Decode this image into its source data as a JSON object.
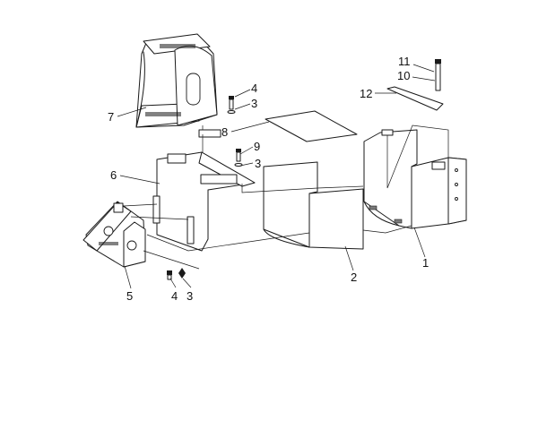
{
  "callouts": [
    {
      "id": "c11",
      "text": "11"
    },
    {
      "id": "c10",
      "text": "10"
    },
    {
      "id": "c12",
      "text": "12"
    },
    {
      "id": "c4a",
      "text": "4"
    },
    {
      "id": "c3a",
      "text": "3"
    },
    {
      "id": "c7",
      "text": "7"
    },
    {
      "id": "c8",
      "text": "8"
    },
    {
      "id": "c9",
      "text": "9"
    },
    {
      "id": "c3b",
      "text": "3"
    },
    {
      "id": "c6",
      "text": "6"
    },
    {
      "id": "c1",
      "text": "1"
    },
    {
      "id": "c2",
      "text": "2"
    },
    {
      "id": "c5",
      "text": "5"
    },
    {
      "id": "c4b",
      "text": "4"
    },
    {
      "id": "c3c",
      "text": "3"
    }
  ]
}
